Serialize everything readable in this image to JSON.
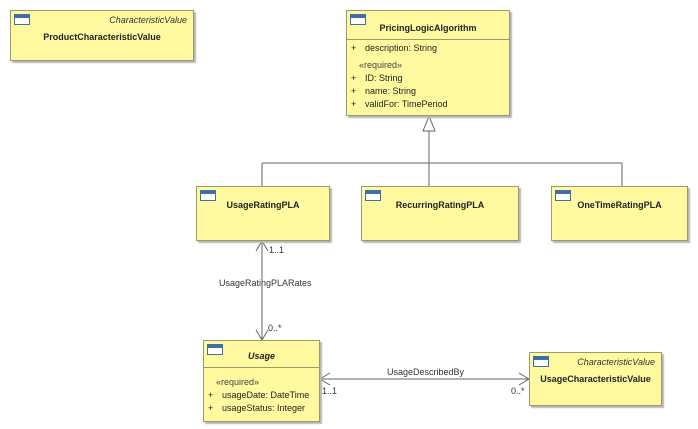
{
  "classes": {
    "product_char": {
      "stereotype": "CharacteristicValue",
      "name": "ProductCharacteristicValue"
    },
    "pla": {
      "name": "PricingLogicAlgorithm",
      "attrs1": [
        {
          "vis": "+",
          "text": "description: String"
        }
      ],
      "required_label": "«required»",
      "attrs2": [
        {
          "vis": "+",
          "text": "ID: String"
        },
        {
          "vis": "+",
          "text": "name: String"
        },
        {
          "vis": "+",
          "text": "validFor: TimePeriod"
        }
      ]
    },
    "usage_rating": {
      "name": "UsageRatingPLA"
    },
    "recurring_rating": {
      "name": "RecurringRatingPLA"
    },
    "onetime_rating": {
      "name": "OneTimeRatingPLA"
    },
    "usage": {
      "name": "Usage",
      "required_label": "«required»",
      "attrs": [
        {
          "vis": "+",
          "text": "usageDate: DateTime"
        },
        {
          "vis": "+",
          "text": "usageStatus: Integer"
        }
      ]
    },
    "usage_char": {
      "stereotype": "CharacteristicValue",
      "name": "UsageCharacteristicValue"
    }
  },
  "associations": {
    "rates": {
      "name": "UsageRatingPLARates",
      "mult_top": "1..1",
      "mult_bottom": "0..*"
    },
    "described": {
      "name": "UsageDescribedBy",
      "mult_left": "1..1",
      "mult_right": "0..*"
    }
  }
}
